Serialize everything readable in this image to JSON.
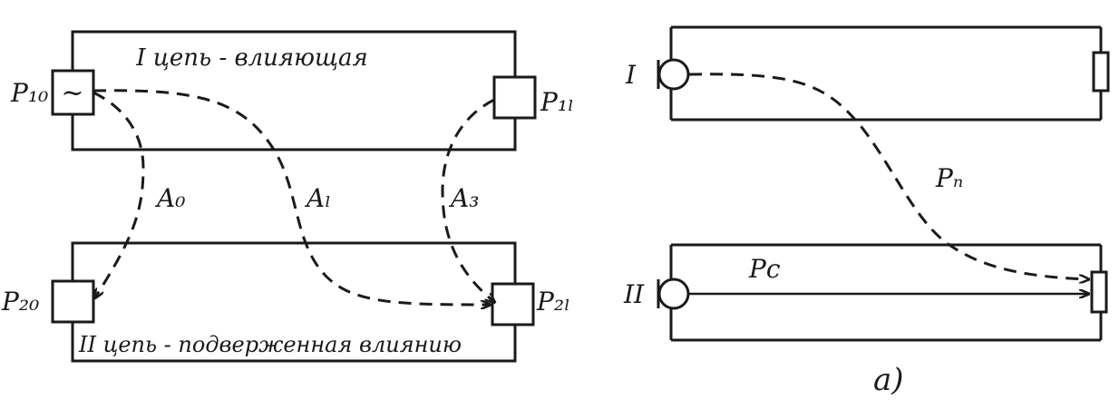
{
  "left_diagram": {
    "circuit1_title": "I цепь - влияющая",
    "circuit2_title": "II цепь - подверженная влиянию",
    "p10": "P₁₀",
    "p1l": "P₁ₗ",
    "p20": "P₂₀",
    "p2l": "P₂ₗ",
    "a0": "A₀",
    "al": "Aₗ",
    "a3": "A₃",
    "generator_symbol": "~"
  },
  "right_diagram": {
    "circuit1_label": "I",
    "circuit2_label": "II",
    "pn": "Pₙ",
    "pc": "Pс",
    "caption": "а)"
  },
  "colors": {
    "ink": "#1a1a1a",
    "paper": "#ffffff"
  }
}
